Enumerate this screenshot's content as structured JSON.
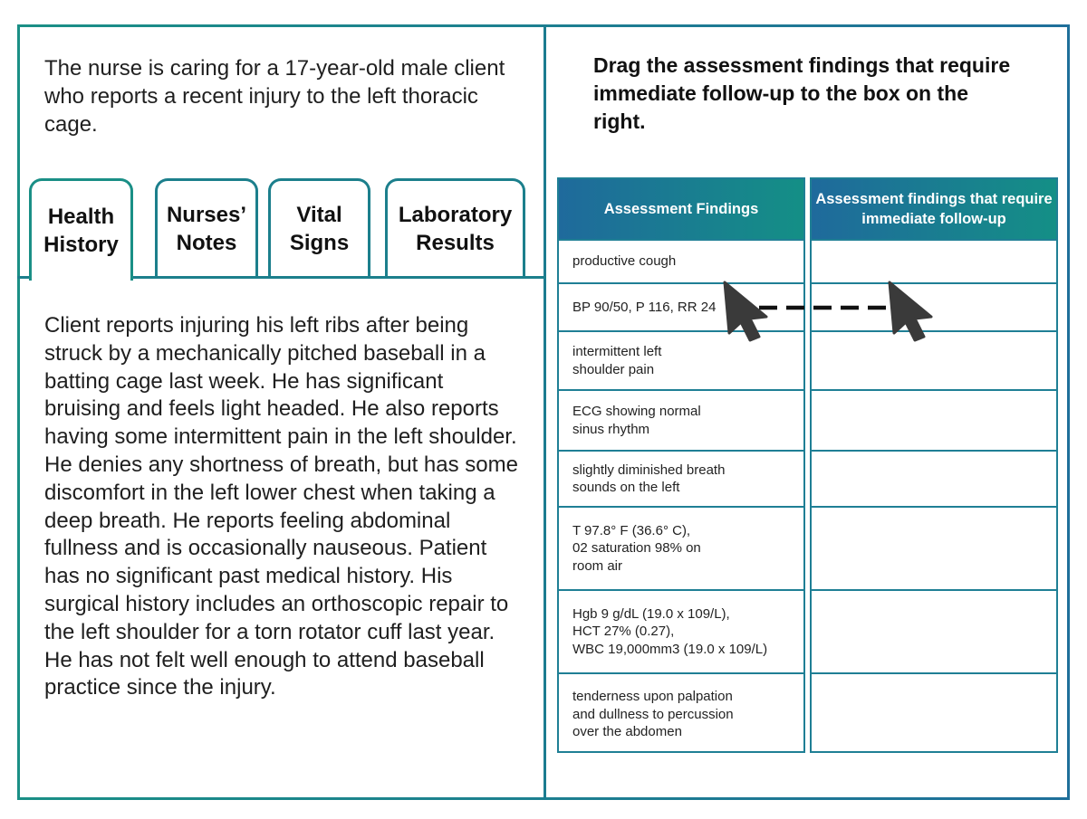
{
  "scenario": "The nurse is caring for a 17-year-old male client who reports a recent injury to the left thoracic cage.",
  "tabs": [
    {
      "line1": "Health",
      "line2": "History",
      "active": true
    },
    {
      "line1": "Nurses’",
      "line2": "Notes",
      "active": false
    },
    {
      "line1": "Vital",
      "line2": "Signs",
      "active": false
    },
    {
      "line1": "Laboratory",
      "line2": "Results",
      "active": false
    }
  ],
  "history_text": "Client reports injuring his left ribs after being struck by a mechanically pitched baseball in a batting cage last week. He has significant bruising and feels light headed. He also reports having some intermittent pain in the left shoulder. He denies any shortness of breath, but has some discomfort in the left lower chest when taking a deep breath. He reports feeling abdominal fullness and is occasionally nauseous. Patient has no significant past medical history. His surgical history includes an orthoscopic repair to the left shoulder for a torn rotator cuff last year. He has not felt well enough to attend baseball practice since the injury.",
  "instruction": "Drag the assessment findings that require immediate follow-up to the box on the right.",
  "findings_header": "Assessment Findings",
  "target_header": "Assessment findings that require immediate follow-up",
  "findings": [
    [
      "productive cough"
    ],
    [
      "BP 90/50, P 116, RR 24"
    ],
    [
      "intermittent left",
      "shoulder pain"
    ],
    [
      "ECG showing normal",
      "sinus rhythm"
    ],
    [
      "slightly diminished breath",
      "sounds on the left"
    ],
    [
      "T 97.8° F (36.6° C),",
      "02 saturation 98% on",
      "room air"
    ],
    [
      "Hgb 9 g/dL (19.0 x 109/L),",
      "HCT 27% (0.27),",
      "WBC 19,000mm3 (19.0 x 109/L)"
    ],
    [
      "tenderness upon palpation",
      "and dullness to percussion",
      "over the abdomen"
    ]
  ],
  "icons": {
    "cursor": "arrow-cursor-icon",
    "drag_path": "dashed-arrow-path"
  },
  "colors": {
    "teal": "#1a8f86",
    "blue": "#1f6a9c",
    "border": "#1f7f95",
    "cursor": "#3a3a3a"
  }
}
